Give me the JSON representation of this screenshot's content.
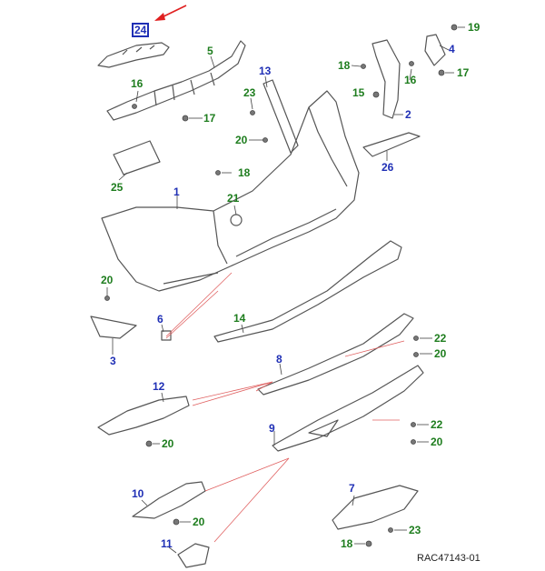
{
  "diagram": {
    "reference_code": "RAC47143-01",
    "highlighted_part": "24",
    "colors": {
      "blue_label": "#1f2fb5",
      "green_label": "#1e7d1e",
      "leader_red": "#e06060",
      "arrow_red": "#e02020",
      "part_line": "#555555"
    },
    "labels": {
      "p24": "24",
      "p5": "5",
      "p16a": "16",
      "p17a": "17",
      "p13": "13",
      "p23a": "23",
      "p15": "15",
      "p20a": "20",
      "p18a": "18",
      "p19": "19",
      "p4": "4",
      "p18b": "18",
      "p16b": "16",
      "p17b": "17",
      "p2": "2",
      "p26": "26",
      "p25": "25",
      "p18c": "18",
      "p1": "1",
      "p21": "21",
      "p20b": "20",
      "p6": "6",
      "p3": "3",
      "p14": "14",
      "p22a": "22",
      "p20c": "20",
      "p8": "8",
      "p12": "12",
      "p20d": "20",
      "p9": "9",
      "p22b": "22",
      "p20e": "20",
      "p10": "10",
      "p20f": "20",
      "p7": "7",
      "p23b": "23",
      "p18d": "18",
      "p11": "11"
    }
  }
}
